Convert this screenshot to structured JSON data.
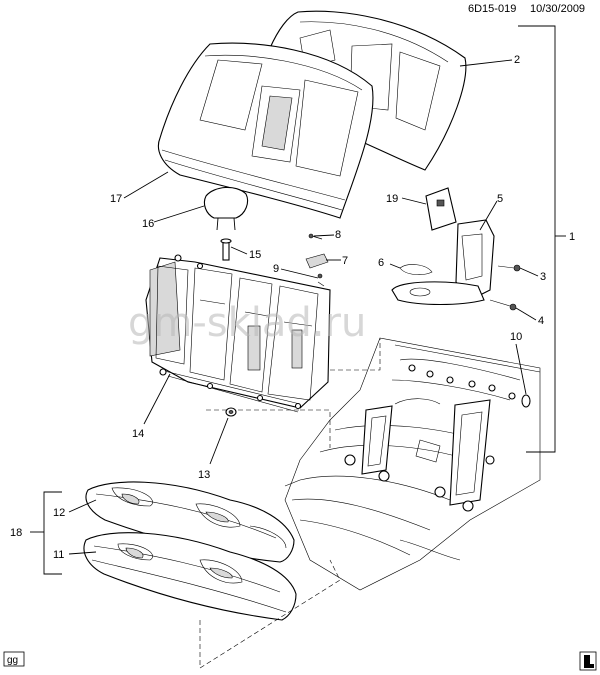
{
  "header": {
    "code": "6D15-019",
    "date": "10/30/2009"
  },
  "watermark": "gm-sklad.ru",
  "footer": {
    "left_tag": "gg"
  },
  "callouts": [
    "1",
    "2",
    "3",
    "4",
    "5",
    "6",
    "7",
    "8",
    "9",
    "10",
    "11",
    "12",
    "13",
    "14",
    "15",
    "16",
    "17",
    "18",
    "19"
  ]
}
